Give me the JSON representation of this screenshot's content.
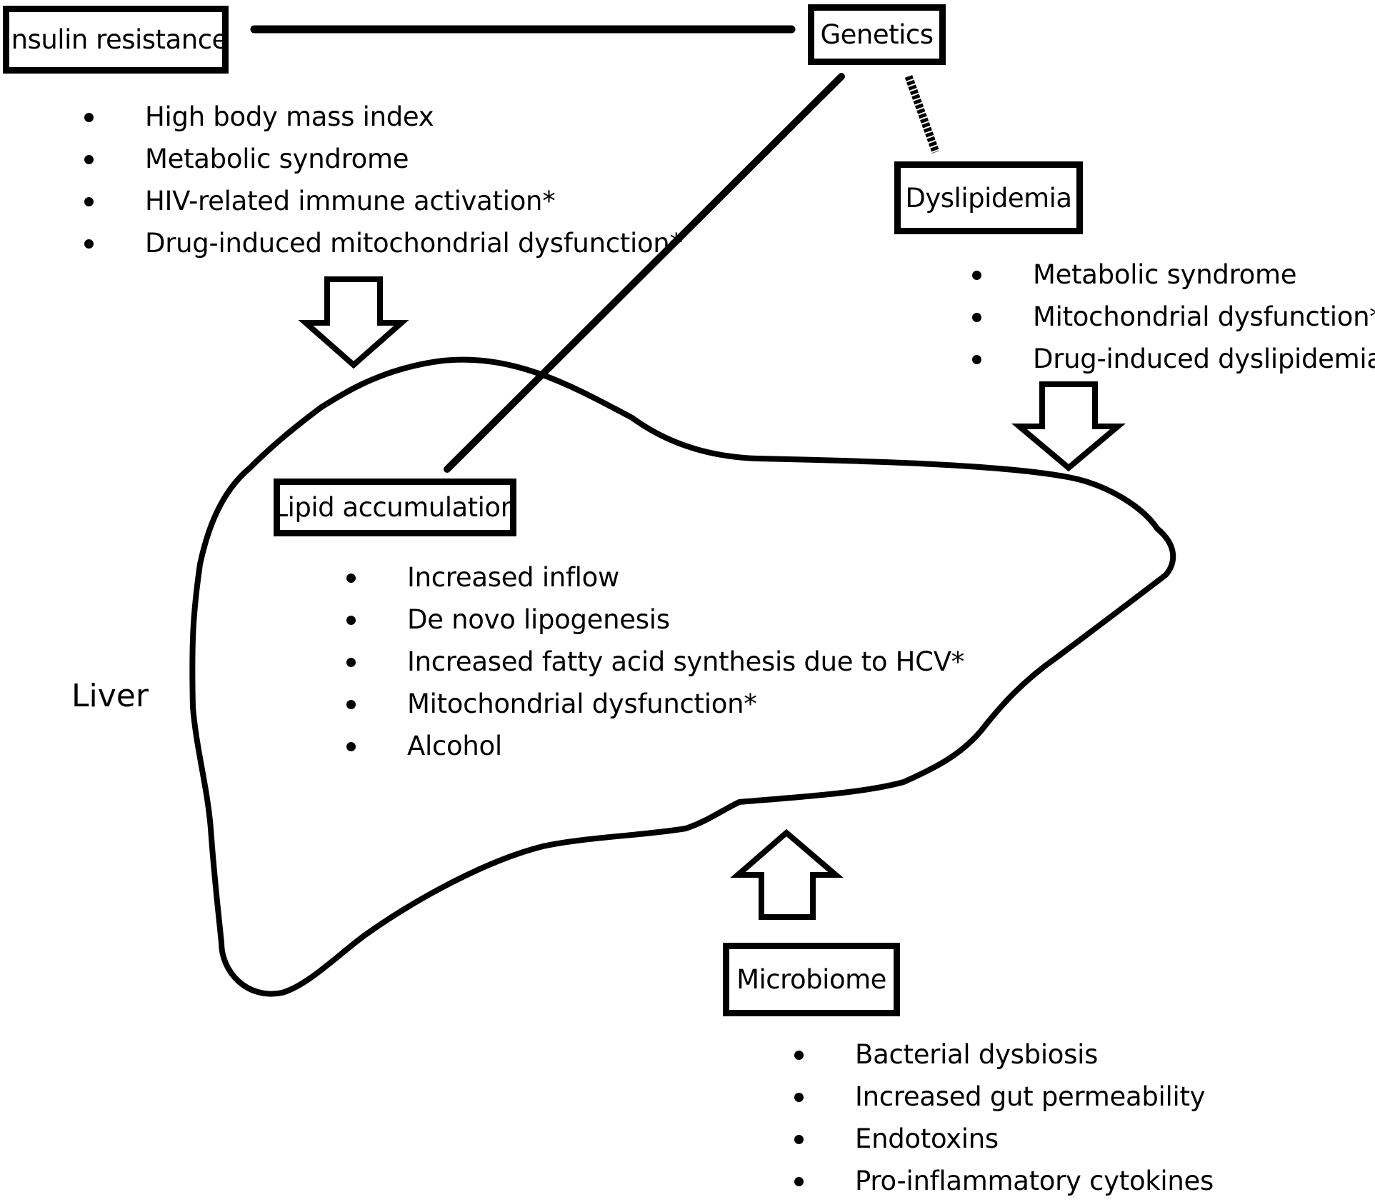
{
  "nodes": {
    "insulin_resistance": "Insulin resistance",
    "genetics": "Genetics",
    "dyslipidemia": "Dyslipidemia",
    "lipid_accumulation": "Lipid accumulation",
    "microbiome": "Microbiome"
  },
  "organ_label": "Liver",
  "lists": {
    "insulin_resistance": [
      "High body mass index",
      "Metabolic syndrome",
      "HIV-related immune activation*",
      "Drug-induced mitochondrial dysfunction*"
    ],
    "dyslipidemia": [
      "Metabolic syndrome",
      "Mitochondrial dysfunction*",
      "Drug-induced dyslipidemia*"
    ],
    "lipid_accumulation": [
      "Increased inflow",
      "De novo lipogenesis",
      "Increased fatty acid synthesis due to HCV*",
      "Mitochondrial dysfunction*",
      "Alcohol"
    ],
    "microbiome": [
      "Bacterial dysbiosis",
      "Increased gut permeability",
      "Endotoxins",
      "Pro-inflammatory cytokines"
    ]
  }
}
